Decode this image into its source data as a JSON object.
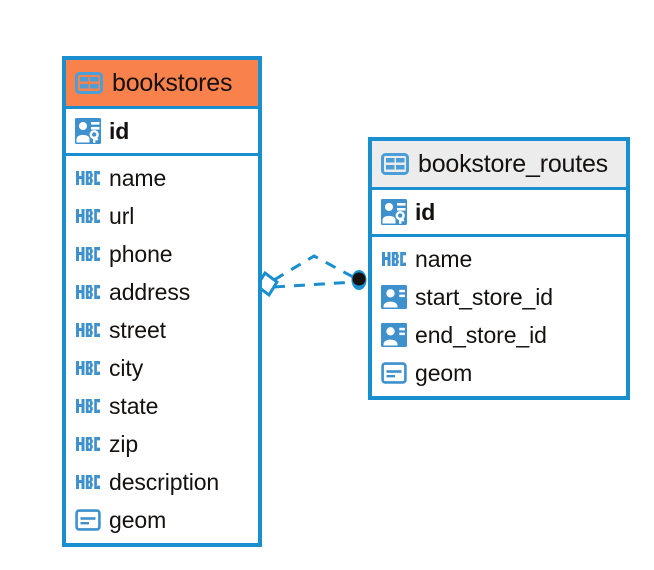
{
  "diagram": {
    "type": "entity-relationship-diagram",
    "background_color": "#ffffff",
    "entity_border_color": "#1a8fd0",
    "relationship_line_color": "#1a8fd0",
    "relationship_endpoint_color": "#14110f"
  },
  "entities": [
    {
      "name": "bookstores",
      "header_icon": "table-icon",
      "header_color": "#f9814c",
      "primary_keys": [
        {
          "label": "id",
          "icon": "primary-key-icon",
          "type": "key"
        }
      ],
      "fields": [
        {
          "label": "name",
          "icon": "text-abc-icon",
          "type": "text"
        },
        {
          "label": "url",
          "icon": "text-abc-icon",
          "type": "text"
        },
        {
          "label": "phone",
          "icon": "text-abc-icon",
          "type": "text"
        },
        {
          "label": "address",
          "icon": "text-abc-icon",
          "type": "text"
        },
        {
          "label": "street",
          "icon": "text-abc-icon",
          "type": "text"
        },
        {
          "label": "city",
          "icon": "text-abc-icon",
          "type": "text"
        },
        {
          "label": "state",
          "icon": "text-abc-icon",
          "type": "text"
        },
        {
          "label": "zip",
          "icon": "text-abc-icon",
          "type": "text"
        },
        {
          "label": "description",
          "icon": "text-abc-icon",
          "type": "text"
        },
        {
          "label": "geom",
          "icon": "geometry-icon",
          "type": "geometry"
        }
      ]
    },
    {
      "name": "bookstore_routes",
      "header_icon": "table-icon",
      "header_color": "#ececec",
      "primary_keys": [
        {
          "label": "id",
          "icon": "primary-key-icon",
          "type": "key"
        }
      ],
      "fields": [
        {
          "label": "name",
          "icon": "text-abc-icon",
          "type": "text"
        },
        {
          "label": "start_store_id",
          "icon": "foreign-key-icon",
          "type": "foreign-key"
        },
        {
          "label": "end_store_id",
          "icon": "foreign-key-icon",
          "type": "foreign-key"
        },
        {
          "label": "geom",
          "icon": "geometry-icon",
          "type": "geometry"
        }
      ]
    }
  ],
  "relationship": {
    "source_entity": "bookstores",
    "target_entity": "bookstore_routes",
    "source_marker": "diamond-marker",
    "target_marker": "filled-circle-marker",
    "line_style": "dashed"
  }
}
